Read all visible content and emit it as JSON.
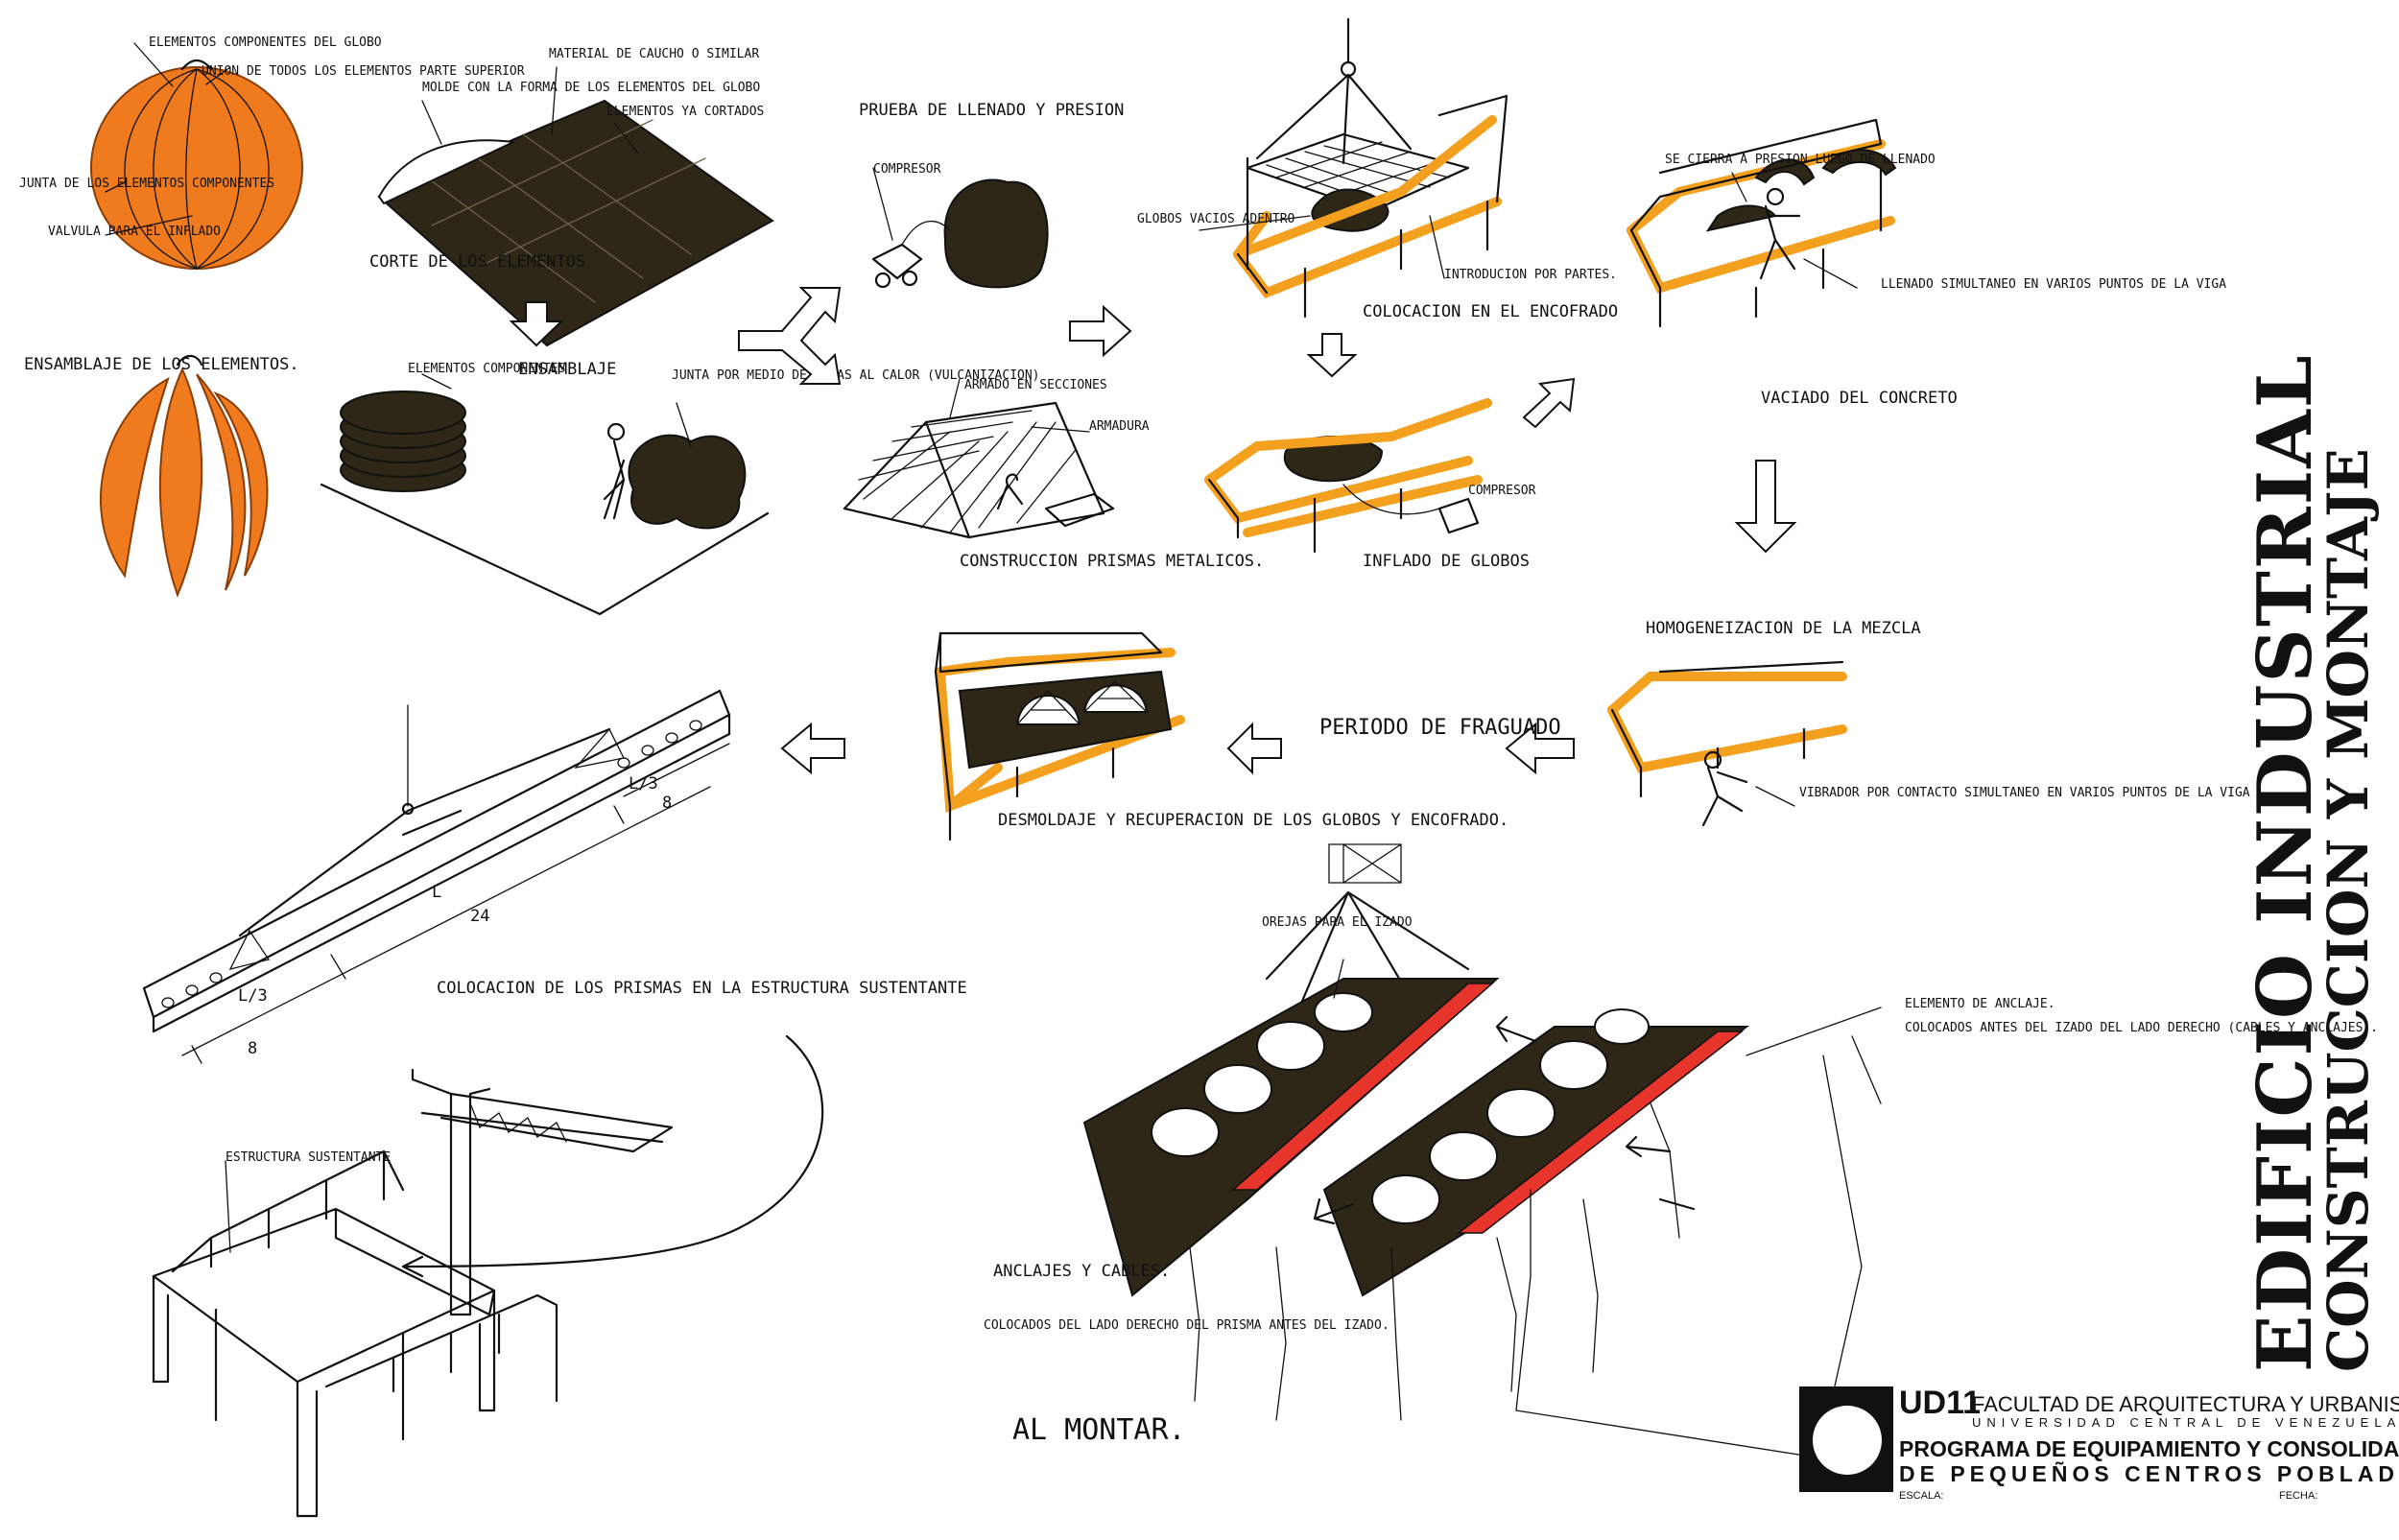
{
  "title": {
    "line1": "EDIFICIO INDUSTRIAL",
    "line2": "CONSTRUCCION Y MONTAJE"
  },
  "title_block": {
    "code": "UD11",
    "faculty": "FACULTAD DE ARQUITECTURA Y URBANISMO",
    "university": "UNIVERSIDAD CENTRAL DE VENEZUELA",
    "program_line1": "PROGRAMA DE EQUIPAMIENTO Y CONSOLIDACION",
    "program_line2": "DE PEQUEÑOS CENTROS POBLADOS",
    "escala": "ESCALA:",
    "fecha": "FECHA:"
  },
  "globe": {
    "components": "ELEMENTOS COMPONENTES DEL GLOBO",
    "union": "UNION DE TODOS LOS ELEMENTOS PARTE SUPERIOR",
    "joint": "JUNTA DE LOS ELEMENTOS COMPONENTES",
    "valve": "VALVULA PARA EL INFLADO",
    "assembly": "ENSAMBLAJE DE LOS ELEMENTOS."
  },
  "cutting": {
    "mold": "MOLDE CON LA FORMA DE LOS ELEMENTOS DEL GLOBO",
    "material": "MATERIAL DE CAUCHO O SIMILAR",
    "cut": "ELEMENTOS YA CORTADOS",
    "caption": "CORTE DE LOS ELEMENTOS"
  },
  "assembly": {
    "components": "ELEMENTOS COMPONENTES",
    "caption": "ENSAMBLAJE",
    "joint": "JUNTA POR MEDIO DE GOMAS AL CALOR (VULCANIZACION)"
  },
  "pressure": {
    "caption": "PRUEBA DE LLENADO Y PRESION",
    "compressor": "COMPRESOR"
  },
  "prisms": {
    "sections": "ARMADO EN SECCIONES",
    "frame": "ARMADURA",
    "caption": "CONSTRUCCION PRISMAS METALICOS."
  },
  "formwork": {
    "empty_globes": "GLOBOS VACIOS ADENTRO",
    "parts": "INTRODUCION POR PARTES.",
    "caption": "COLOCACION EN EL ENCOFRADO"
  },
  "inflation": {
    "compressor": "COMPRESOR",
    "caption": "INFLADO DE GLOBOS"
  },
  "pouring": {
    "close": "SE CIERRA A PRESION LUEGO DE LLENADO",
    "simultaneous": "LLENADO SIMULTANEO EN VARIOS PUNTOS DE LA VIGA",
    "caption": "VACIADO DEL CONCRETO"
  },
  "mixing": {
    "caption": "HOMOGENEIZACION DE LA MEZCLA",
    "vibrator": "VIBRADOR POR CONTACTO SIMULTANEO EN VARIOS PUNTOS DE LA VIGA"
  },
  "setting": {
    "caption": "PERIODO DE FRAGUADO"
  },
  "demolding": {
    "caption": "DESMOLDAJE Y RECUPERACION DE LOS GLOBOS Y ENCOFRADO."
  },
  "beam_diagram": {
    "dim_L3": "L/3",
    "dim_8": "8",
    "dim_L": "L",
    "dim_24": "24"
  },
  "placement": {
    "caption": "COLOCACION DE LOS PRISMAS EN LA ESTRUCTURA SUSTENTANTE",
    "structure": "ESTRUCTURA SUSTENTANTE"
  },
  "lifting": {
    "lift_points": "OREJAS PARA EL IZADO",
    "anchor": "ELEMENTO DE ANCLAJE.",
    "anchor_note": "COLOCADOS ANTES DEL IZADO DEL LADO DERECHO (CABLES Y ANCLAJES).",
    "cables": "ANCLAJES Y CABLES.",
    "cables_note": "COLOCADOS DEL LADO DERECHO DEL PRISMA ANTES DEL IZADO.",
    "caption": "AL MONTAR."
  },
  "colors": {
    "globe_orange": "#f07a1e",
    "formwork_ochre": "#f2a01e",
    "anchor_red": "#e8352b",
    "ink": "#111111",
    "material_dark": "#2e2616"
  }
}
